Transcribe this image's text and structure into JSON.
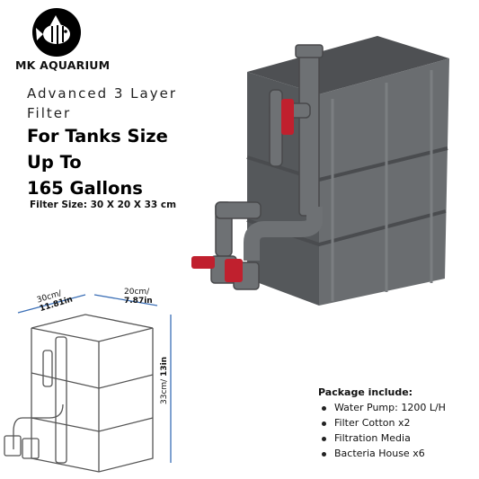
{
  "brand": {
    "name": "MK AQUARIUM"
  },
  "headline": {
    "subtitle_line1": "Advanced 3 Layer",
    "subtitle_line2": "Filter",
    "title_line1": "For Tanks Size",
    "title_line2": "Up To",
    "title_line3": "165 Gallons",
    "filter_size": "Filter Size: 30 X 20 X 33 cm"
  },
  "dimensions": {
    "width": {
      "cm": "30cm/",
      "in": "11.81in"
    },
    "depth": {
      "cm": "20cm/",
      "in": "7.87in"
    },
    "height": {
      "cm": "33cm/",
      "in": "13in"
    }
  },
  "package": {
    "title": "Package include:",
    "items": [
      "Water Pump: 1200 L/H",
      "Filter Cotton x2",
      "Filtration Media",
      "Bacteria House x6"
    ]
  },
  "colors": {
    "box": "#5e6063",
    "pipe": "#6a6d70",
    "valve": "#c0202e",
    "dimension_line": "#3b6fb6"
  }
}
